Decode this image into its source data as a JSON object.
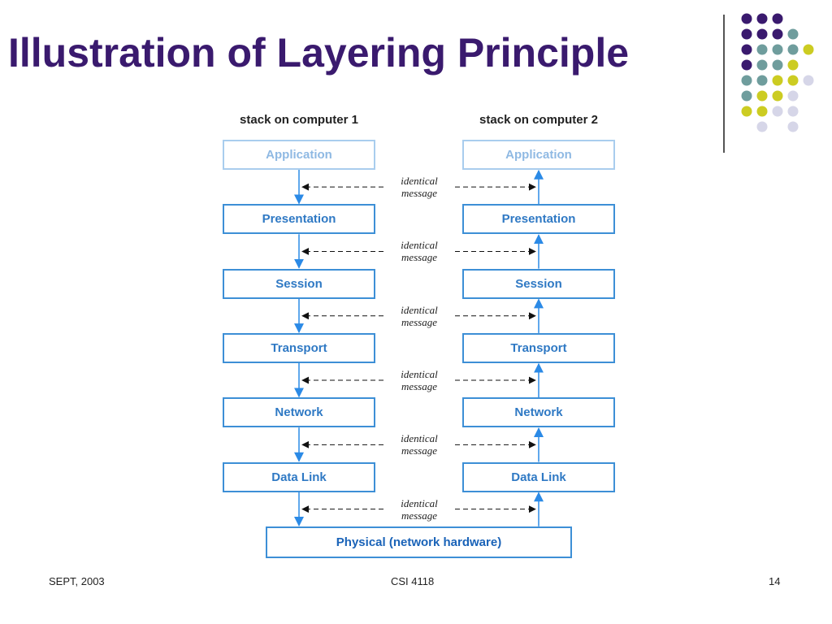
{
  "slide": {
    "title": "Illustration of Layering Principle",
    "footer_left": "SEPT, 2003",
    "footer_center": "CSI 4118",
    "footer_right": "14"
  },
  "diagram": {
    "stack1_title": "stack on computer 1",
    "stack2_title": "stack on computer 2",
    "layers": [
      "Application",
      "Presentation",
      "Session",
      "Transport",
      "Network",
      "Data Link"
    ],
    "physical": "Physical (network hardware)",
    "message_line1": "identical",
    "message_line2": "message"
  },
  "colors": {
    "title": "#3a1a6e",
    "box_border": "#3d8fd6",
    "box_text": "#2f79c4",
    "physical_text": "#1a63b8",
    "arrow_blue": "#2b8ae6",
    "dot_purple": "#3a1a6e",
    "dot_teal": "#6f9d9d",
    "dot_yellow": "#cccc22",
    "dot_lavender": "#d6d6e8"
  }
}
